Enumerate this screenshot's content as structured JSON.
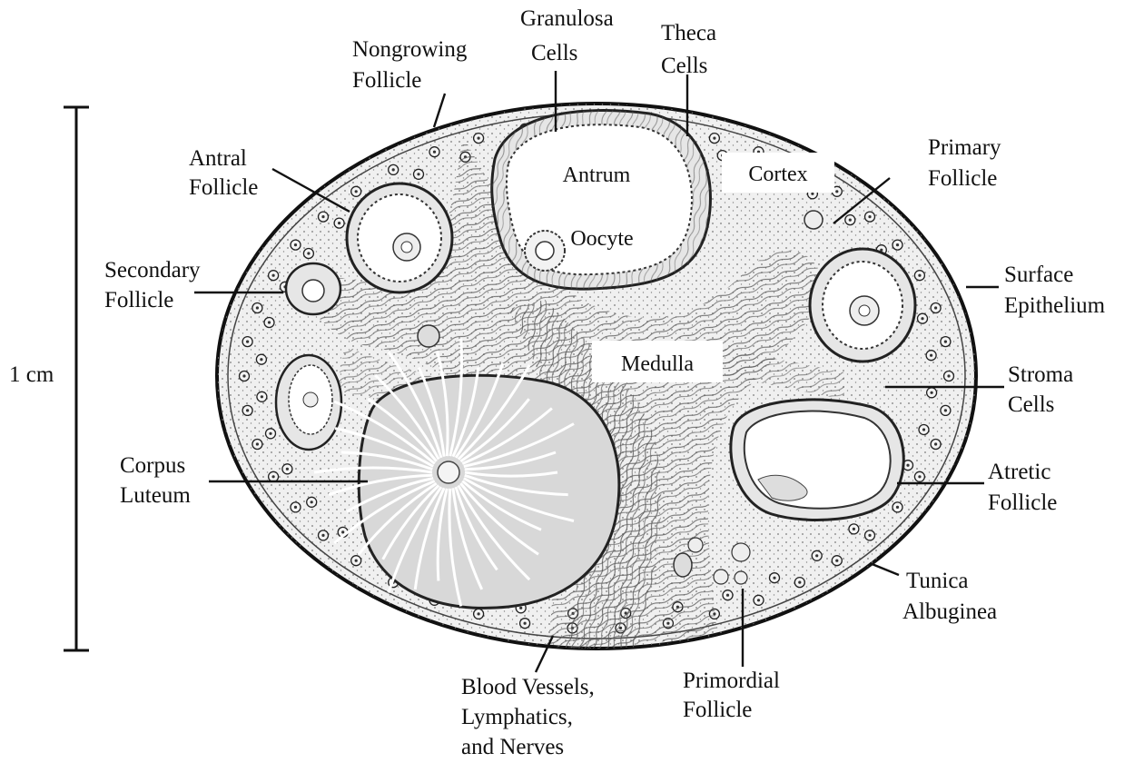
{
  "scale_bar": {
    "label": "1 cm"
  },
  "regions": {
    "antrum": "Antrum",
    "oocyte": "Oocyte",
    "cortex": "Cortex",
    "medulla": "Medulla"
  },
  "labels": {
    "granulosa_cells": [
      "Granulosa",
      "Cells"
    ],
    "theca_cells": [
      "Theca",
      "Cells"
    ],
    "nongrowing_follicle": [
      "Nongrowing",
      "Follicle"
    ],
    "antral_follicle": [
      "Antral",
      "Follicle"
    ],
    "primary_follicle": [
      "Primary",
      "Follicle"
    ],
    "secondary_follicle": [
      "Secondary",
      "Follicle"
    ],
    "surface_epithelium": [
      "Surface",
      "Epithelium"
    ],
    "stroma_cells": [
      "Stroma",
      "Cells"
    ],
    "corpus_luteum": [
      "Corpus",
      "Luteum"
    ],
    "atretic_follicle": [
      "Atretic",
      "Follicle"
    ],
    "tunica_albuginea": [
      "Tunica",
      "Albuginea"
    ],
    "primordial_follicle": [
      "Primordial",
      "Follicle"
    ],
    "blood_vessels": [
      "Blood Vessels,",
      "Lymphatics,",
      "and Nerves"
    ]
  },
  "colors": {
    "ink": "#111111",
    "tissue": "#eeeeee",
    "fiber": "#555555"
  }
}
